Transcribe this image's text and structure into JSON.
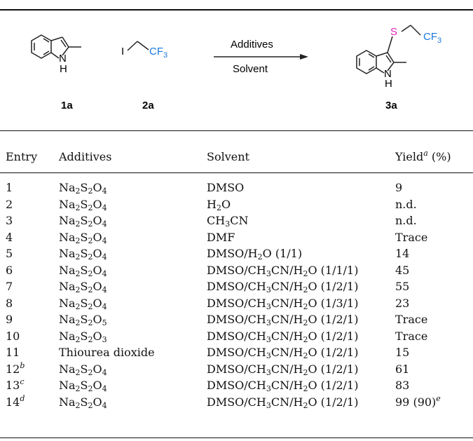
{
  "scheme": {
    "compound_1a": "1a",
    "compound_2a": "2a",
    "product_3a": "3a",
    "arrow_top": "Additives",
    "arrow_bottom": "Solvent",
    "atom_N": "N",
    "atom_H": "H",
    "atom_I": "I",
    "atom_S": "S",
    "cf3_C": "CF",
    "cf3_sub": "3",
    "colors": {
      "sulfur": "#e020c0",
      "cf3": "#1a7ae0",
      "bond": "#222222"
    }
  },
  "table": {
    "headers": {
      "entry": "Entry",
      "additives": "Additives",
      "solvent": "Solvent",
      "yield": "Yield",
      "yield_note": "a",
      "yield_unit": "(%)"
    },
    "rows": [
      {
        "entry": "1",
        "entry_note": "",
        "additive": "Na2S2O4",
        "solvent": "DMSO",
        "yield": "9",
        "yield_note": ""
      },
      {
        "entry": "2",
        "entry_note": "",
        "additive": "Na2S2O4",
        "solvent": "H2O",
        "yield": "n.d.",
        "yield_note": ""
      },
      {
        "entry": "3",
        "entry_note": "",
        "additive": "Na2S2O4",
        "solvent": "CH3CN",
        "yield": "n.d.",
        "yield_note": ""
      },
      {
        "entry": "4",
        "entry_note": "",
        "additive": "Na2S2O4",
        "solvent": "DMF",
        "yield": "Trace",
        "yield_note": ""
      },
      {
        "entry": "5",
        "entry_note": "",
        "additive": "Na2S2O4",
        "solvent": "DMSO/H2O (1/1)",
        "yield": "14",
        "yield_note": ""
      },
      {
        "entry": "6",
        "entry_note": "",
        "additive": "Na2S2O4",
        "solvent": "DMSO/CH3CN/H2O (1/1/1)",
        "yield": "45",
        "yield_note": ""
      },
      {
        "entry": "7",
        "entry_note": "",
        "additive": "Na2S2O4",
        "solvent": "DMSO/CH3CN/H2O (1/2/1)",
        "yield": "55",
        "yield_note": ""
      },
      {
        "entry": "8",
        "entry_note": "",
        "additive": "Na2S2O4",
        "solvent": "DMSO/CH3CN/H2O (1/3/1)",
        "yield": "23",
        "yield_note": ""
      },
      {
        "entry": "9",
        "entry_note": "",
        "additive": "Na2S2O5",
        "solvent": "DMSO/CH3CN/H2O (1/2/1)",
        "yield": "Trace",
        "yield_note": ""
      },
      {
        "entry": "10",
        "entry_note": "",
        "additive": "Na2S2O3",
        "solvent": "DMSO/CH3CN/H2O (1/2/1)",
        "yield": "Trace",
        "yield_note": ""
      },
      {
        "entry": "11",
        "entry_note": "",
        "additive": "Thiourea dioxide",
        "solvent": "DMSO/CH3CN/H2O (1/2/1)",
        "yield": "15",
        "yield_note": ""
      },
      {
        "entry": "12",
        "entry_note": "b",
        "additive": "Na2S2O4",
        "solvent": "DMSO/CH3CN/H2O (1/2/1)",
        "yield": "61",
        "yield_note": ""
      },
      {
        "entry": "13",
        "entry_note": "c",
        "additive": "Na2S2O4",
        "solvent": "DMSO/CH3CN/H2O (1/2/1)",
        "yield": "83",
        "yield_note": ""
      },
      {
        "entry": "14",
        "entry_note": "d",
        "additive": "Na2S2O4",
        "solvent": "DMSO/CH3CN/H2O (1/2/1)",
        "yield": "99 (90)",
        "yield_note": "e"
      }
    ]
  }
}
